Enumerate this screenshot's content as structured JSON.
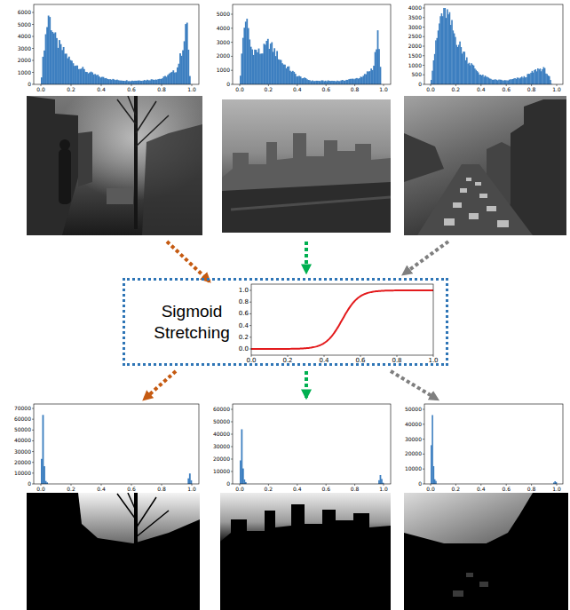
{
  "diagram": {
    "nodes": [
      {
        "text": [
          "Sigmoid Stretching"
        ]
      }
    ],
    "labels": [
      "0",
      "1000",
      "2000",
      "3000",
      "4000",
      "5000",
      "6000",
      "0.0",
      "0.2",
      "0.4",
      "0.6",
      "0.8",
      "1.0",
      "0",
      "1000",
      "2000",
      "3000",
      "4000",
      "5000",
      "0.0",
      "0.2",
      "0.4",
      "0.6",
      "0.8",
      "1.0",
      "0",
      "500",
      "1000",
      "1500",
      "2000",
      "2500",
      "3000",
      "3500",
      "4000",
      "0.0",
      "0.2",
      "0.4",
      "0.6",
      "0.8",
      "1.0",
      "0.0",
      "0.2",
      "0.4",
      "0.6",
      "0.8",
      "1.0",
      "0.0",
      "0.2",
      "0.4",
      "0.6",
      "0.8",
      "1.0",
      "0",
      "10000",
      "20000",
      "30000",
      "40000",
      "50000",
      "60000",
      "70000",
      "0.0",
      "0.2",
      "0.4",
      "0.6",
      "0.8",
      "1.0",
      "0",
      "10000",
      "20000",
      "30000",
      "40000",
      "50000",
      "60000",
      "0.0",
      "0.2",
      "0.4",
      "0.6",
      "0.8",
      "1.0",
      "0",
      "10000",
      "20000",
      "30000",
      "40000",
      "50000",
      "0.0",
      "0.2",
      "0.4",
      "0.6",
      "0.8",
      "1.0"
    ]
  }
}
